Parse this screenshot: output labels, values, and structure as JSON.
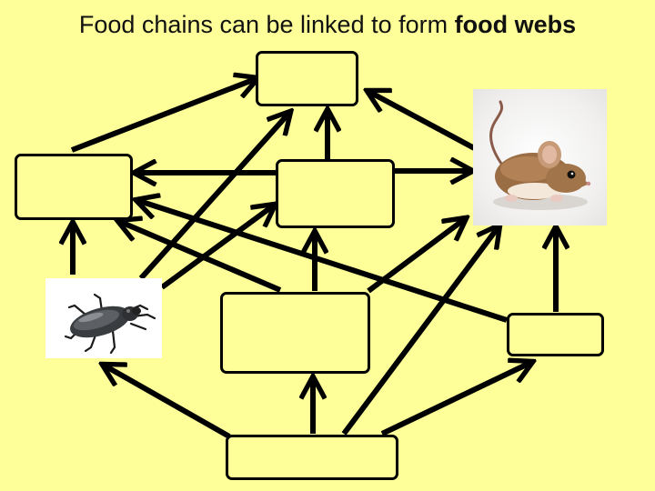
{
  "title": {
    "prefix": "Food chains can be linked to form ",
    "emphasis": "food webs"
  },
  "nodes": [
    {
      "id": "top-box",
      "label": ""
    },
    {
      "id": "left-box",
      "label": ""
    },
    {
      "id": "middle-box",
      "label": ""
    },
    {
      "id": "center-box",
      "label": ""
    },
    {
      "id": "right-small-box",
      "label": ""
    },
    {
      "id": "bottom-box",
      "label": ""
    },
    {
      "id": "beetle",
      "icon": "beetle-image"
    },
    {
      "id": "mouse",
      "icon": "mouse-image"
    }
  ],
  "edges": [
    [
      "left-box",
      "top-box"
    ],
    [
      "beetle",
      "top-box"
    ],
    [
      "middle-box",
      "top-box"
    ],
    [
      "mouse",
      "top-box"
    ],
    [
      "middle-box",
      "left-box"
    ],
    [
      "middle-box",
      "mouse"
    ],
    [
      "beetle",
      "left-box"
    ],
    [
      "beetle",
      "middle-box"
    ],
    [
      "center-box",
      "left-box"
    ],
    [
      "right-small-box",
      "left-box"
    ],
    [
      "center-box",
      "middle-box"
    ],
    [
      "center-box",
      "mouse"
    ],
    [
      "right-small-box",
      "mouse"
    ],
    [
      "bottom-box",
      "beetle"
    ],
    [
      "bottom-box",
      "center-box"
    ],
    [
      "bottom-box",
      "mouse"
    ],
    [
      "bottom-box",
      "right-small-box"
    ]
  ],
  "colors": {
    "background": "#FFFF99",
    "stroke": "#000000"
  }
}
